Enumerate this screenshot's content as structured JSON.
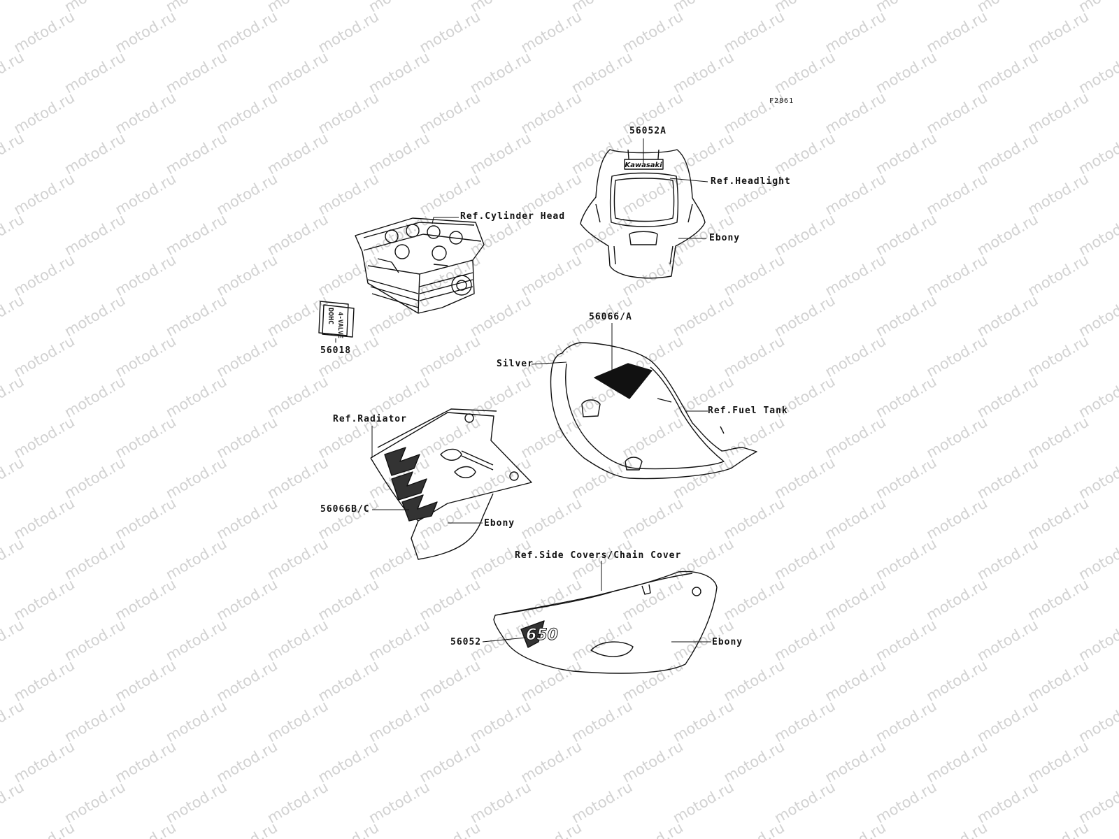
{
  "figure_code": "F2861",
  "watermark": "motod.ru",
  "callouts": {
    "headlight_part": "56052A",
    "headlight_ref": "Ref.Headlight",
    "headlight_color": "Ebony",
    "cylinder_ref": "Ref.Cylinder Head",
    "cylinder_part": "56018",
    "tank_part": "56066/A",
    "tank_color": "Silver",
    "tank_ref": "Ref.Fuel Tank",
    "radiator_ref": "Ref.Radiator",
    "radiator_part": "56066B/C",
    "radiator_color": "Ebony",
    "sidecover_ref": "Ref.Side Covers/Chain Cover",
    "sidecover_part": "56052",
    "sidecover_color": "Ebony"
  },
  "decal_texts": {
    "brand": "Kawasaki",
    "dohc": "DOHC",
    "valve": "4-VALVE",
    "model": "650"
  }
}
